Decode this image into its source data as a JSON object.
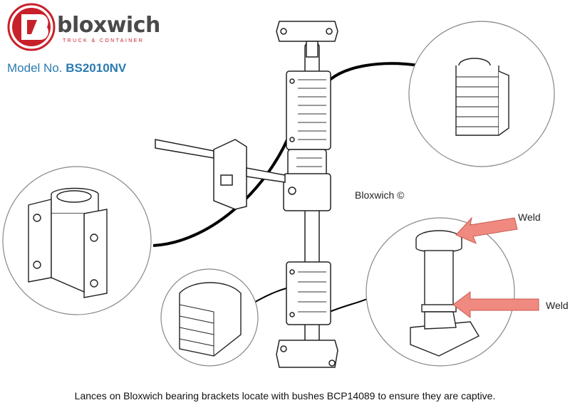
{
  "brand": {
    "name": "bloxwich",
    "tagline": "TRUCK & CONTAINER",
    "model_prefix": "Model No.",
    "model_number": "BS2010NV"
  },
  "labels": {
    "copyright": "Bloxwich ©",
    "weld_upper": "Weld",
    "weld_lower": "Weld"
  },
  "caption": "Lances on Bloxwich bearing brackets locate with bushes BCP14089 to ensure they are captive.",
  "colors": {
    "logo_red": "#c8202a",
    "brand_gray": "#4a4a4a",
    "model_blue": "#2a7ab0",
    "weld_arrow": "#f08a80"
  }
}
